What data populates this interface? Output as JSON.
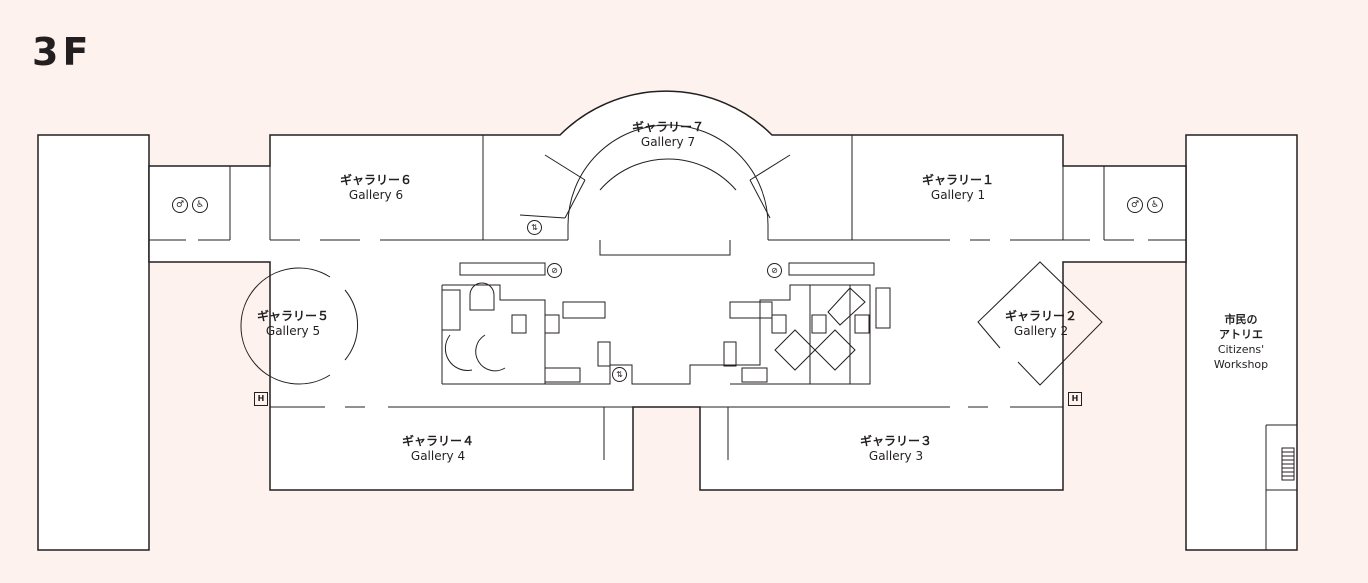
{
  "floor": "3F",
  "rooms": {
    "gallery1": {
      "jp": "ギャラリー１",
      "en": "Gallery 1"
    },
    "gallery2": {
      "jp": "ギャラリー２",
      "en": "Gallery 2"
    },
    "gallery3": {
      "jp": "ギャラリー３",
      "en": "Gallery 3"
    },
    "gallery4": {
      "jp": "ギャラリー４",
      "en": "Gallery 4"
    },
    "gallery5": {
      "jp": "ギャラリー５",
      "en": "Gallery 5"
    },
    "gallery6": {
      "jp": "ギャラリー６",
      "en": "Gallery 6"
    },
    "gallery7": {
      "jp": "ギャラリー７",
      "en": "Gallery 7"
    },
    "workshop": {
      "jp1": "市民の",
      "jp2": "アトリエ",
      "en1": "Citizens'",
      "en2": "Workshop"
    }
  },
  "icons": {
    "restroom": "restroom-icon",
    "accessible_toilet": "accessible-toilet-icon",
    "no_smoking": "no-smoking-icon",
    "elevator": "elevator-icon",
    "fire_hydrant": "fire-hydrant-icon"
  },
  "colors": {
    "background": "#fdf2ee",
    "line": "#231f20",
    "floor": "#ffffff"
  }
}
